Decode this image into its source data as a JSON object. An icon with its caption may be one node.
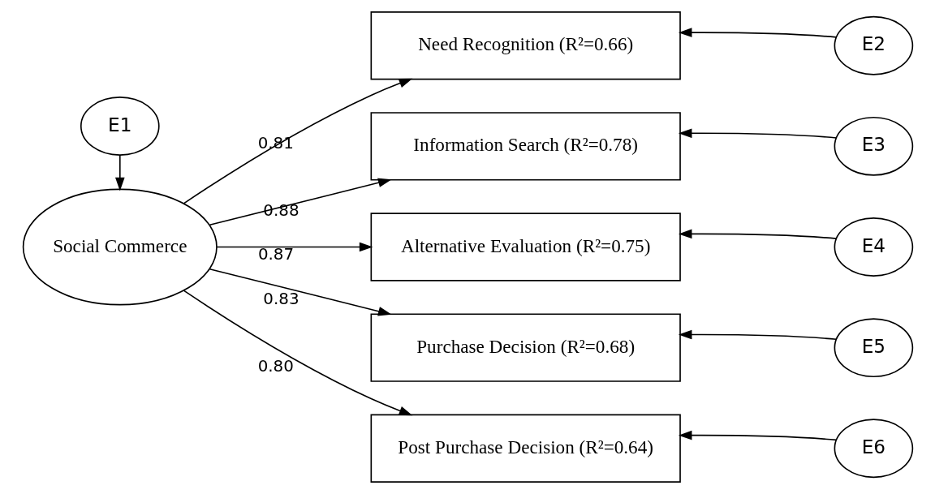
{
  "diagram": {
    "nodes": [
      {
        "text": [
          "E1"
        ]
      },
      {
        "text": [
          "Social Commerce"
        ]
      },
      {
        "text": [
          "Need Recognition (R²=0.66)"
        ]
      },
      {
        "text": [
          "Information Search (R²=0.78)"
        ]
      },
      {
        "text": [
          "Alternative Evaluation (R²=0.75)"
        ]
      },
      {
        "text": [
          "Purchase Decision (R²=0.68)"
        ]
      },
      {
        "text": [
          "Post Purchase Decision (R²=0.64)"
        ]
      },
      {
        "text": [
          "E2"
        ]
      },
      {
        "text": [
          "E3"
        ]
      },
      {
        "text": [
          "E4"
        ]
      },
      {
        "text": [
          "E5"
        ]
      },
      {
        "text": [
          "E6"
        ]
      }
    ],
    "edges": [
      {
        "from": 0,
        "to": 1,
        "arrow": "to"
      },
      {
        "from": 1,
        "to": 2,
        "arrow": "to",
        "label": "0.81"
      },
      {
        "from": 1,
        "to": 3,
        "arrow": "to",
        "label": "0.88"
      },
      {
        "from": 1,
        "to": 4,
        "arrow": "to",
        "label": "0.87"
      },
      {
        "from": 1,
        "to": 5,
        "arrow": "to",
        "label": "0.83"
      },
      {
        "from": 1,
        "to": 6,
        "arrow": "to",
        "label": "0.80"
      },
      {
        "from": 7,
        "to": 2,
        "arrow": "to"
      },
      {
        "from": 8,
        "to": 3,
        "arrow": "to"
      },
      {
        "from": 9,
        "to": 4,
        "arrow": "to"
      },
      {
        "from": 10,
        "to": 5,
        "arrow": "to"
      },
      {
        "from": 11,
        "to": 6,
        "arrow": "to"
      }
    ]
  }
}
